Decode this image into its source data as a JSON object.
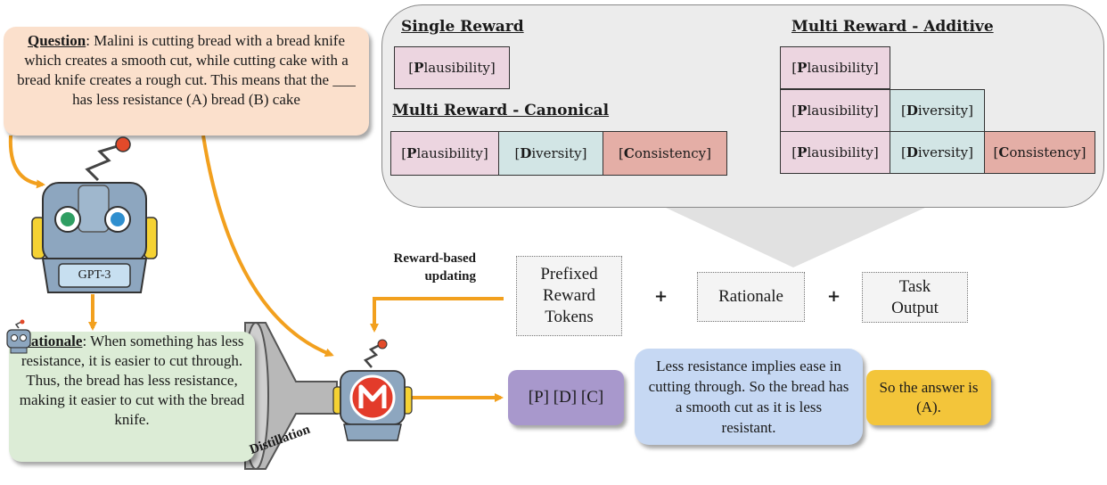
{
  "question": {
    "label": "Question",
    "text": ": Malini is cutting bread with a bread knife which creates a smooth cut, while cutting cake with a bread knife creates a rough cut. This means that the ___ has less resistance (A) bread (B) cake"
  },
  "teacher": {
    "name": "GPT-3"
  },
  "rationale": {
    "label": "Rationale",
    "text": ": When something has less resistance, it is easier to cut through. Thus, the bread has less resistance, making it easier to cut with the bread knife."
  },
  "distillation_label": "Distillation",
  "reward_label": "Reward-based updating",
  "panel": {
    "single": {
      "title": "Single Reward",
      "boxes": [
        "[Plausibility]"
      ]
    },
    "canonical": {
      "title": "Multi Reward - Canonical",
      "boxes": [
        "[Plausibility]",
        "[Diversity]",
        "[Consistency]"
      ]
    },
    "additive": {
      "title_prefix": "Multi Reward - ",
      "title_suffix": "Additive",
      "rows": [
        [
          "[Plausibility]"
        ],
        [
          "[Plausibility]",
          "[Diversity]"
        ],
        [
          "[Plausibility]",
          "[Diversity]",
          "[Consistency]"
        ]
      ]
    }
  },
  "format": {
    "items": [
      "Prefixed Reward Tokens",
      "Rationale",
      "Task Output"
    ],
    "plus": "+"
  },
  "output": {
    "tokens": "[P] [D] [C]",
    "rationale": "Less resistance implies ease in cutting through. So the bread has a smooth cut as it is less resistant.",
    "answer": "So the answer is (A)."
  },
  "colors": {
    "question_bg": "#fbe0cc",
    "rationale_bg": "#dcecd6",
    "plausibility": "#ecd5e0",
    "diversity": "#d2e5e5",
    "consistency": "#e4aea6",
    "arrow": "#f2a01e",
    "tokens_bg": "#a898cc",
    "output_rationale_bg": "#c6d8f3",
    "answer_bg": "#f3c53a"
  }
}
